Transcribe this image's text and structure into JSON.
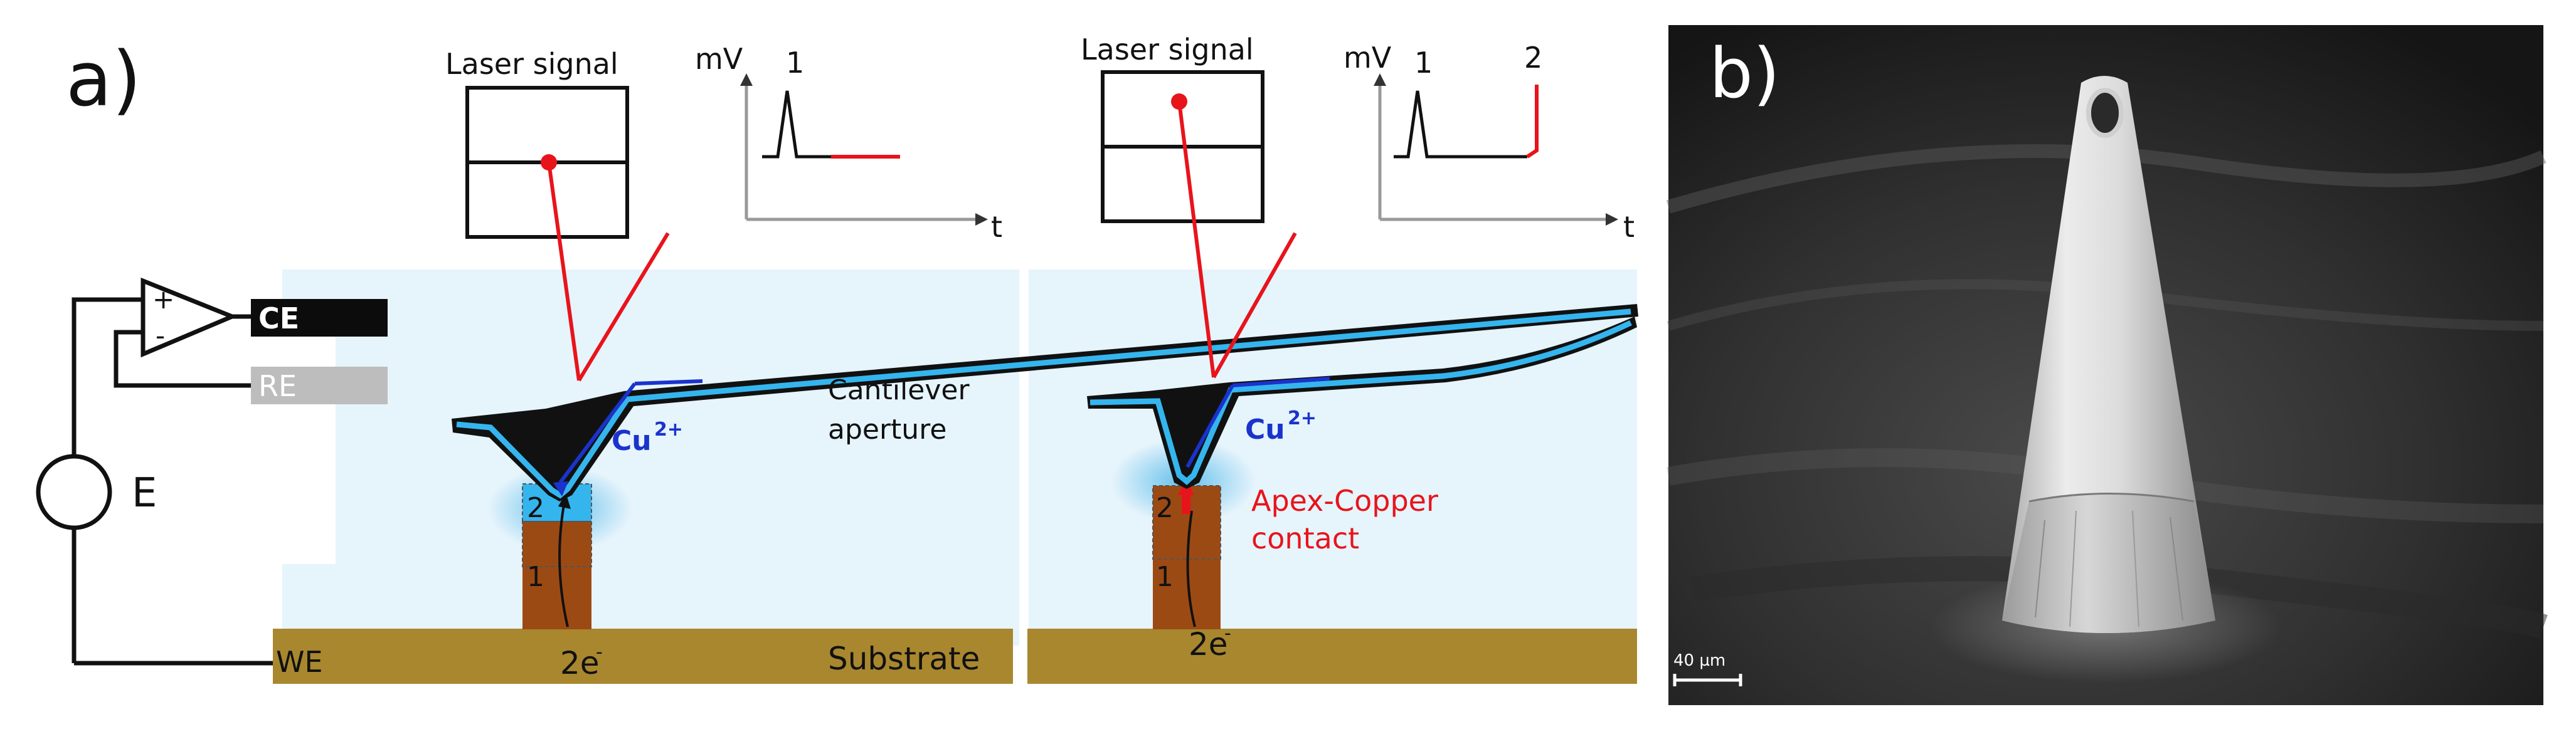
{
  "panel_a": {
    "label": "a)",
    "circuit": {
      "ce_label": "CE",
      "re_label": "RE",
      "we_label": "WE",
      "e_label": "E",
      "plus": "+",
      "minus": "-"
    },
    "left_state": {
      "laser_title": "Laser signal",
      "graph_ylabel": "mV",
      "graph_xlabel": "t",
      "peak_label": "1",
      "ion_label": "Cu",
      "ion_charge": "2+",
      "cantilever_label_line1": "Cantilever",
      "cantilever_label_line2": "aperture",
      "layer_top": "2",
      "layer_bottom": "1",
      "electrons": "2e",
      "electrons_sup": "-",
      "substrate_label": "Substrate"
    },
    "right_state": {
      "laser_title": "Laser signal",
      "graph_ylabel": "mV",
      "graph_xlabel": "t",
      "peak1_label": "1",
      "peak2_label": "2",
      "ion_label": "Cu",
      "ion_charge": "2+",
      "contact_line1": "Apex-Copper",
      "contact_line2": "contact",
      "layer_top": "2",
      "layer_bottom": "1",
      "electrons": "2e",
      "electrons_sup": "-"
    }
  },
  "panel_b": {
    "label": "b)",
    "scale_bar_text": "40 µm"
  },
  "colors": {
    "water": "#e6f4fc",
    "cantilever_fill": "#35b5ee",
    "laser": "#e8141b",
    "copper": "#9c4a14",
    "substrate": "#a8872e",
    "ion_blue": "#1a33cc",
    "contact_red": "#e8141b"
  }
}
